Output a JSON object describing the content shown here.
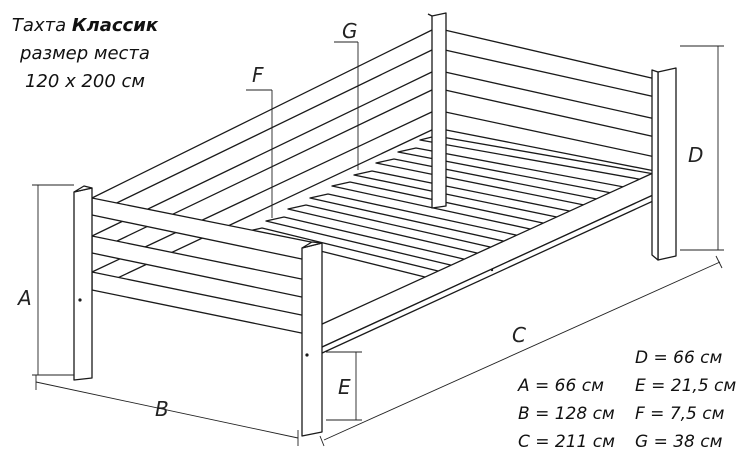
{
  "title": {
    "prefix": "Тахта ",
    "model": "Классик",
    "line2": "размер места",
    "line3": "120 х 200 см"
  },
  "dimension_labels": {
    "A": "A",
    "B": "B",
    "C": "C",
    "D": "D",
    "E": "E",
    "F": "F",
    "G": "G"
  },
  "specs": {
    "D": "D = 66 см",
    "A": "A = 66 см",
    "E": "E = 21,5 см",
    "B": "B = 128 см",
    "F": "F = 7,5 см",
    "C": "C = 211 см",
    "G": "G = 38 см"
  },
  "colors": {
    "line": "#1a1a1a",
    "dimension": "#222222",
    "background": "#ffffff"
  }
}
